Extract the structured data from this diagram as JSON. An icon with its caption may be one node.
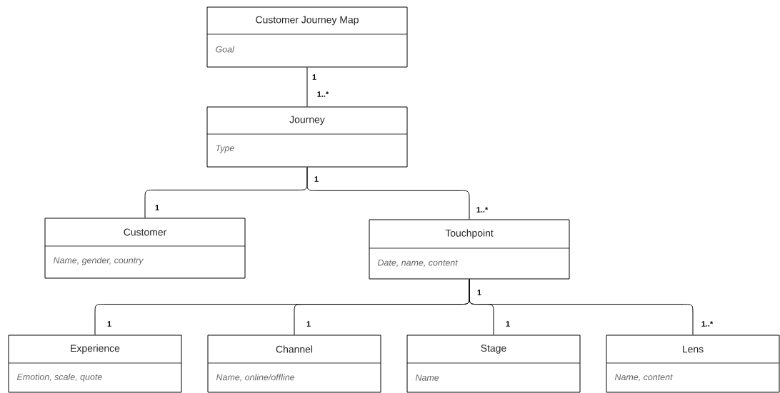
{
  "diagram": {
    "nodes": [
      {
        "text": [
          "Customer Journey Map",
          "Goal"
        ]
      },
      {
        "text": [
          "Journey",
          "Type"
        ]
      },
      {
        "text": [
          "Customer",
          "Name, gender, country"
        ]
      },
      {
        "text": [
          "Touchpoint",
          "Date, name, content"
        ]
      },
      {
        "text": [
          "Experience",
          "Emotion, scale, quote"
        ]
      },
      {
        "text": [
          "Channel",
          "Name, online/offline"
        ]
      },
      {
        "text": [
          "Stage",
          "Name"
        ]
      },
      {
        "text": [
          "Lens",
          "Name, content"
        ]
      }
    ],
    "edges": [
      {
        "from": 0,
        "to": 1,
        "arrow": "none"
      },
      {
        "from": 1,
        "to": 2,
        "arrow": "none"
      },
      {
        "from": 1,
        "to": 3,
        "arrow": "none"
      },
      {
        "from": 3,
        "to": 4,
        "arrow": "none"
      },
      {
        "from": 3,
        "to": 5,
        "arrow": "none"
      },
      {
        "from": 3,
        "to": 6,
        "arrow": "none"
      },
      {
        "from": 3,
        "to": 7,
        "arrow": "none"
      }
    ],
    "labels": [
      "1",
      "1..*",
      "1",
      "1",
      "1..*",
      "1",
      "1",
      "1",
      "1",
      "1..*"
    ]
  }
}
